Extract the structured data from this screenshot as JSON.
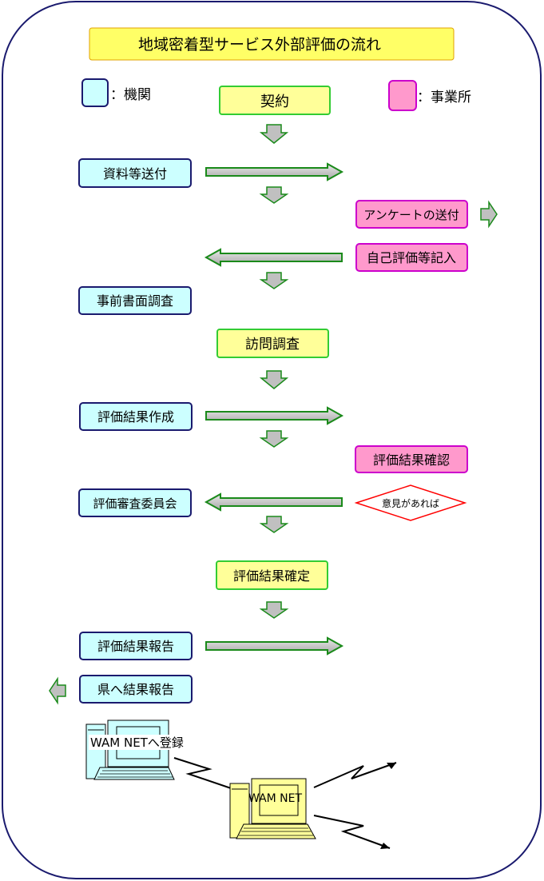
{
  "title": "地域密着型サービス外部評価の流れ",
  "legend": {
    "agency": "：機関",
    "office": "：事業所"
  },
  "steps": {
    "contract": "契約",
    "send_materials": "資料等送付",
    "send_questionnaire": "アンケートの送付",
    "self_evaluation": "自己評価等記入",
    "document_review": "事前書面調査",
    "visit_survey": "訪問調査",
    "create_results": "評価結果作成",
    "confirm_results_office": "評価結果確認",
    "opinion_if_any": "意見があれば",
    "review_committee": "評価審査委員会",
    "finalize_results": "評価結果確定",
    "report_results": "評価結果報告",
    "report_to_prefecture": "県へ結果報告"
  },
  "wam": {
    "register_label": "WAM NETへ登録",
    "server_label": "WAM NET"
  },
  "colors": {
    "border": "#1a1a6e",
    "agency_fill": "#ccffff",
    "office_fill": "#ff99cc",
    "step_fill": "#ffff99",
    "step_border": "#33cc33",
    "title_fill": "#ffff66",
    "arrow_green": "#1a8a1a",
    "arrow_gray": "#c0c0c0",
    "diamond_border": "#ff0000",
    "computer_fill": "#ccffff",
    "server_fill": "#ffff99"
  }
}
